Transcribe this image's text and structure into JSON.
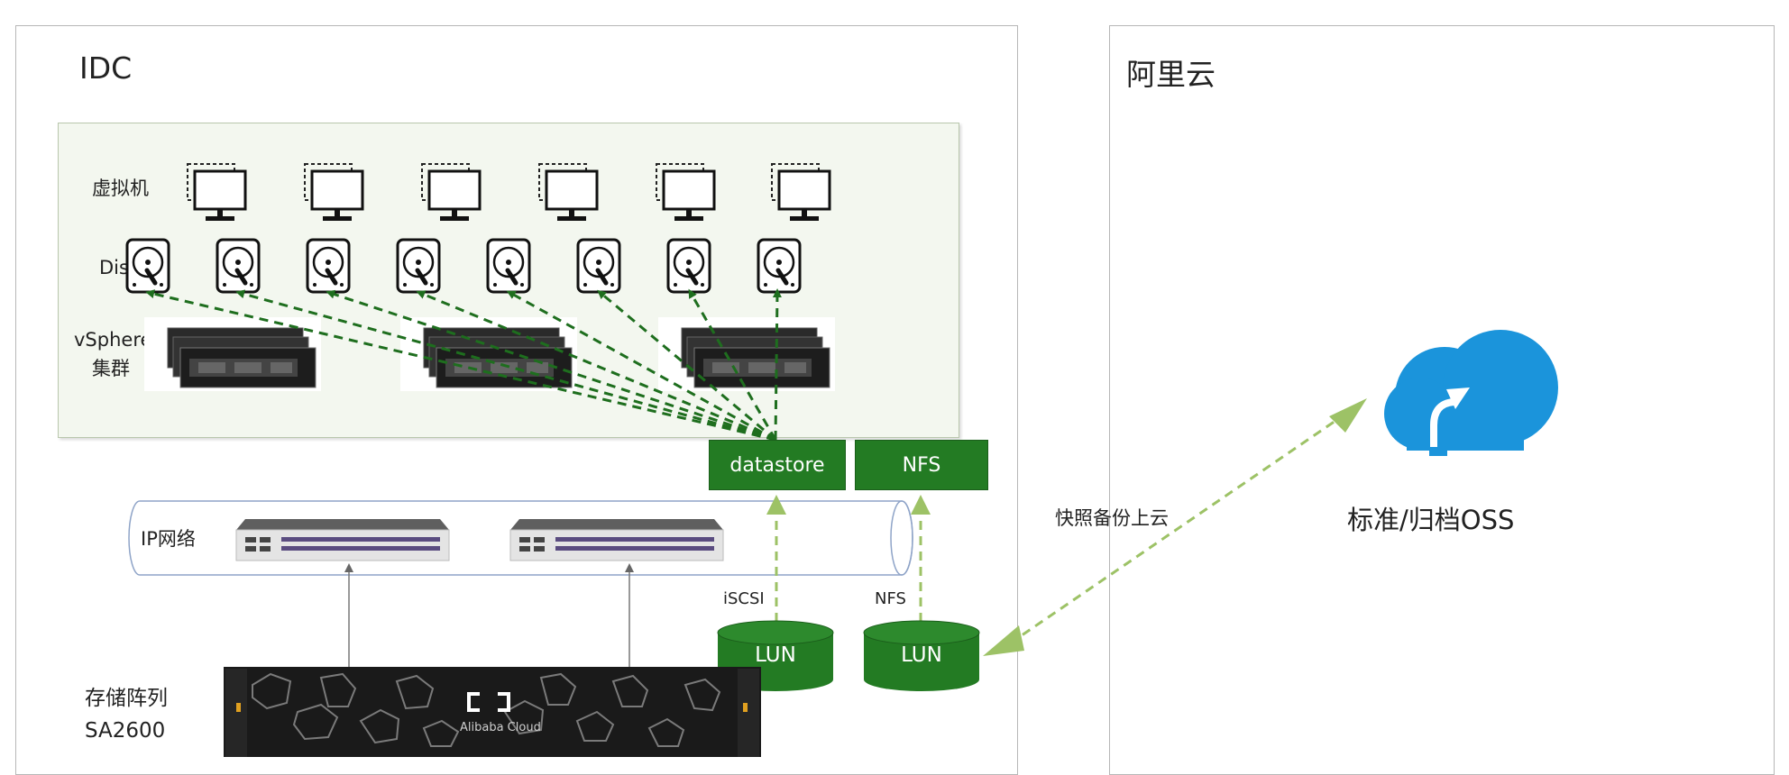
{
  "idc": {
    "title": "IDC",
    "labels": {
      "vm": "虚拟机",
      "disk": "Disk",
      "vsphere_line1": "vSphere",
      "vsphere_line2": "集群",
      "ip_network": "IP网络",
      "storage_line1": "存储阵列",
      "storage_line2": "SA2600",
      "iscsi": "iSCSI",
      "nfs_protocol": "NFS"
    },
    "boxes": {
      "datastore": "datastore",
      "nfs": "NFS"
    },
    "luns": [
      "LUN",
      "LUN"
    ],
    "storage_brand": "Alibaba Cloud"
  },
  "aliyun": {
    "title": "阿里云",
    "oss_label": "标准/归档OSS",
    "snapshot_label": "快照备份上云"
  },
  "colors": {
    "dark_green": "#237b23",
    "arrow_green": "#1e6e1e",
    "light_green": "#9dc266",
    "cloud_blue": "#1b94db",
    "vm_bg": "#f3f7ef"
  },
  "icons": [
    "monitor-icon",
    "hard-disk-icon",
    "server-icon",
    "network-switch-icon",
    "cloud-upload-icon",
    "storage-array-icon"
  ]
}
